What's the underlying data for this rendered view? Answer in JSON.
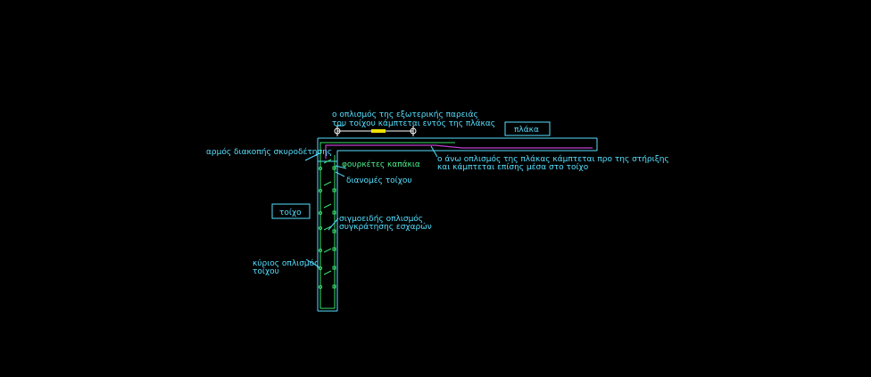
{
  "colors": {
    "background": "#000000",
    "cyan": "#55e0ff",
    "green": "#37e06a",
    "magenta": "#c040d0",
    "yellow": "#f0e000",
    "white": "#ffffff"
  },
  "labels": {
    "outer_rebar_line1": "ο οπλισμός της εξωτερικής παρειάς",
    "outer_rebar_line2": "του τοίχου κάμπτεται εντός της πλάκας",
    "slab_box": "πλάκα",
    "construction_joint": "αρμός διακοπής σκυροδέτησης",
    "stirrups": "φουρκέτες καπάκια",
    "distribution": "διανομές τοίχου",
    "top_rebar_line1": "ο άνω οπλισμός της πλάκας κάμπτεται προ της στήριξης",
    "top_rebar_line2": "και κάμπτεται επίσης μέσα στο τοίχο",
    "wall_box": "τοίχο",
    "sigmoid_line1": "σιγμοειδής οπλισμός",
    "sigmoid_line2": "συγκράτησης εσχαρών",
    "main_rebar_line1": "κύριος οπλισμός",
    "main_rebar_line2": "τοίχου"
  }
}
